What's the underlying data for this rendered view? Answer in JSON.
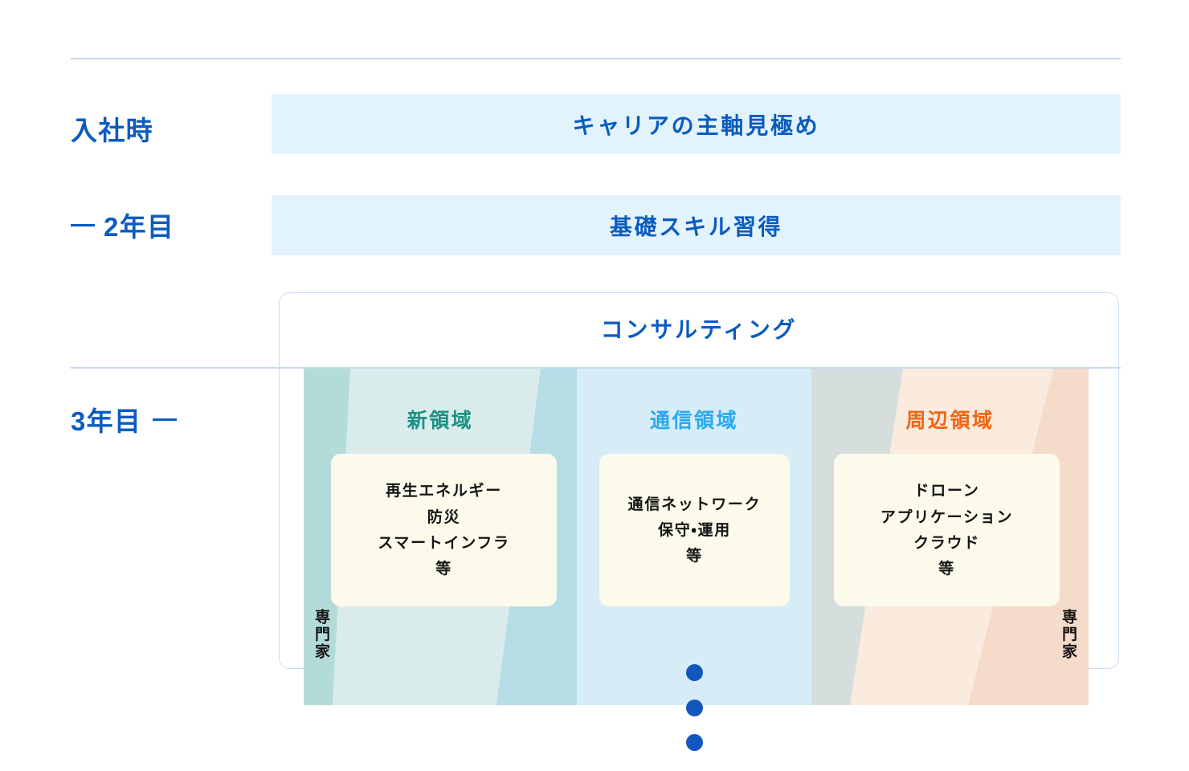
{
  "timeline": {
    "rows": [
      {
        "label": "入社時",
        "leading_dash": false,
        "trailing_dash": false
      },
      {
        "label": "2年目",
        "leading_dash": true,
        "trailing_dash": false
      },
      {
        "label": "3年目",
        "leading_dash": false,
        "trailing_dash": true
      }
    ]
  },
  "banners": {
    "onboarding": "キャリアの主軸見極め",
    "basic_skill": "基礎スキル習得"
  },
  "consulting": {
    "title": "コンサルティング",
    "columns": [
      {
        "heading": "新領域",
        "heading_color": "#1d9183",
        "skills": [
          "再生エネルギー",
          "防災",
          "スマートインフラ",
          "等"
        ],
        "specialist_label": "専門家",
        "specialist_side": "left"
      },
      {
        "heading": "通信領域",
        "heading_color": "#2aa8ed",
        "skills": [
          "通信ネットワーク",
          "保守・運用",
          "等"
        ],
        "specialist_label": "",
        "specialist_side": "none"
      },
      {
        "heading": "周辺領域",
        "heading_color": "#ef6512",
        "skills": [
          "ドローン",
          "アプリケーション",
          "クラウド",
          "等"
        ],
        "specialist_label": "専門家",
        "specialist_side": "right"
      }
    ]
  },
  "continuation": {
    "dots": 3
  },
  "colors": {
    "accent_blue": "#0b5cbf",
    "banner_bg": "#e3f3fc",
    "rule": "#c5d7ec",
    "card_bg": "#fbfaeb",
    "dot": "#1257c0",
    "col_new_base": "#d9eceb",
    "col_new_left": "#b3dcd9",
    "col_new_right": "#b6dde6",
    "col_telecom_base": "#d6edf7",
    "col_around_base": "#fbeade",
    "col_around_gray": "#d6dedd",
    "col_around_orange": "#f5dbc9"
  }
}
